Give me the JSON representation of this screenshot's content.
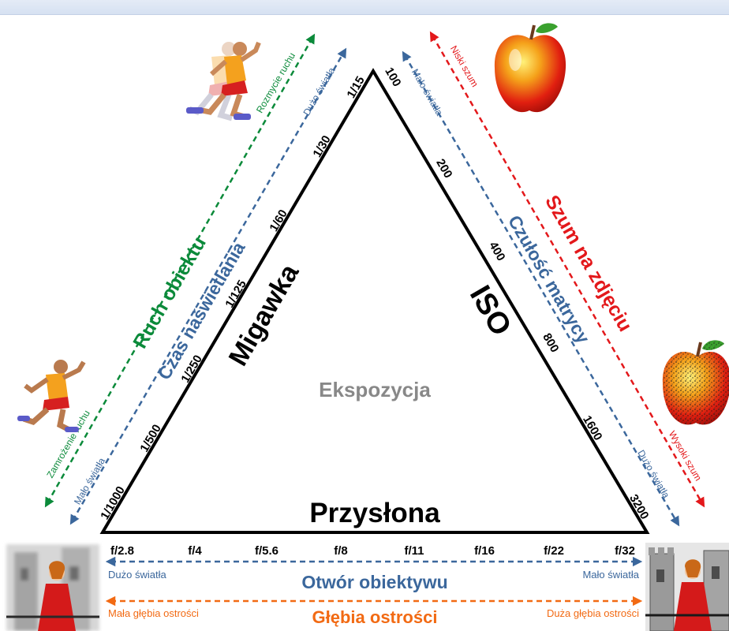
{
  "center_label": "Ekspozycja",
  "shutter": {
    "title": "Migawka",
    "values": [
      "1/1000",
      "1/500",
      "1/250",
      "1/125",
      "1/60",
      "1/30",
      "1/15"
    ],
    "axis_label": "Czas naświetlania",
    "axis_low": "Mało światła",
    "axis_high": "Dużo światła",
    "motion_label": "Ruch obiektu",
    "motion_low": "Zamrożenie ruchu",
    "motion_high": "Rozmycie ruchu"
  },
  "iso": {
    "title": "ISO",
    "values": [
      "100",
      "200",
      "400",
      "800",
      "1600",
      "3200"
    ],
    "axis_label": "Czułość matrycy",
    "axis_low": "Mało światła",
    "axis_high": "Dużo światła",
    "noise_label": "Szum na zdjęciu",
    "noise_low": "Niski szum",
    "noise_high": "Wysoki szum"
  },
  "aperture": {
    "title": "Przysłona",
    "values": [
      "f/2.8",
      "f/4",
      "f/5.6",
      "f/8",
      "f/11",
      "f/16",
      "f/22",
      "f/32"
    ],
    "axis_label": "Otwór obiektywu",
    "axis_left": "Dużo światła",
    "axis_right": "Mało światła",
    "dof_label": "Głębia ostrości",
    "dof_left": "Mała głębia ostrości",
    "dof_right": "Duża głębia ostrości"
  },
  "colors": {
    "green": "#0b8a3a",
    "blue": "#3b679c",
    "red": "#e3181b",
    "orange": "#f26a13",
    "gray": "#888888",
    "black": "#000000"
  },
  "icons": [
    "running-man-blurred-icon",
    "running-man-icon",
    "apple-icon",
    "noisy-apple-icon",
    "woman-castle-blurred-icon",
    "woman-castle-sharp-icon"
  ]
}
